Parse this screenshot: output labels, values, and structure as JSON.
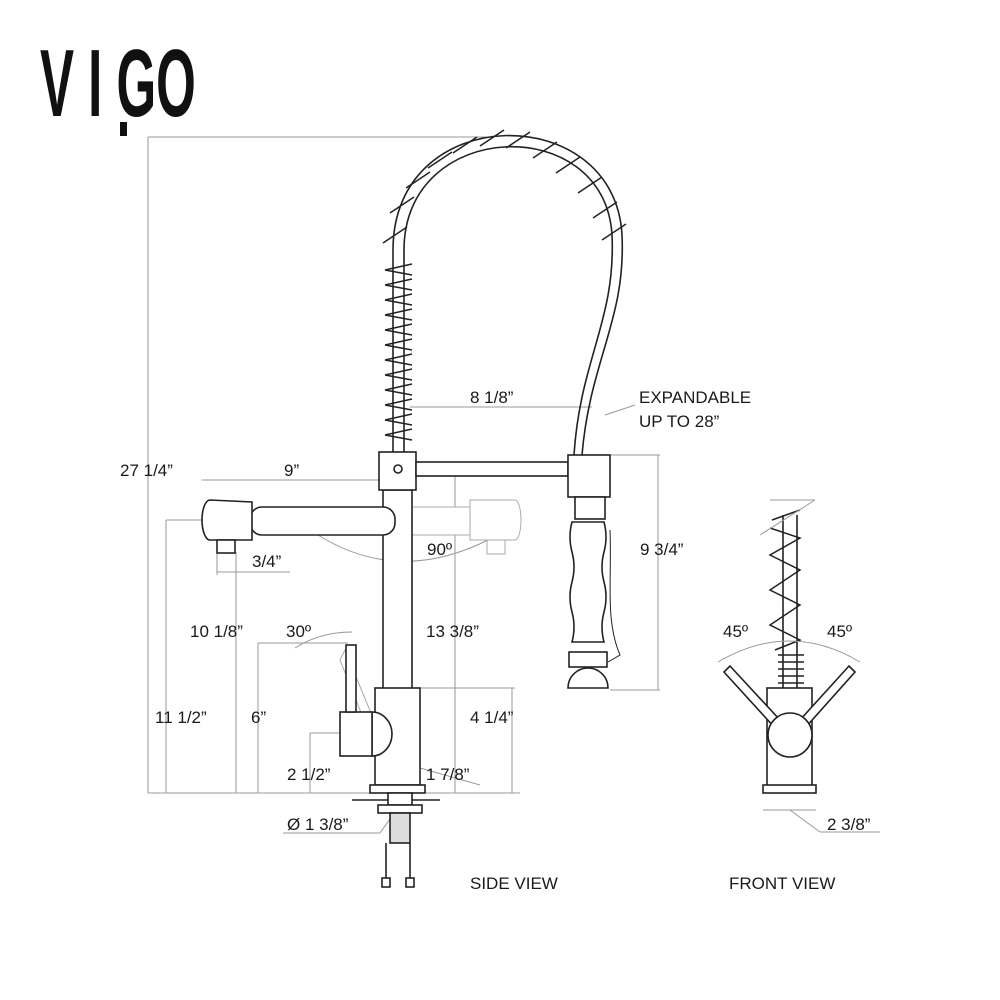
{
  "logo": {
    "text": "VIGO"
  },
  "side_view": {
    "title": "SIDE VIEW",
    "dimensions": {
      "total_height": "27 1/4”",
      "spout_reach": "9”",
      "spout_nozzle": "3/4”",
      "sprayer_reach": "8 1/8”",
      "expandable": [
        "EXPANDABLE",
        "UP TO 28”"
      ],
      "sprayer_height": "9 3/4”",
      "spout_rotation": "90º",
      "spout_clearance": "10 1/8”",
      "handle_angle": "30º",
      "arm_height": "13 3/8”",
      "spout_height": "11 1/2”",
      "handle_height": "6”",
      "body_height": "4 1/4”",
      "handle_base": "2 1/2”",
      "base_diameter": "1 7/8”",
      "hole_diameter": "Ø 1 3/8”"
    }
  },
  "front_view": {
    "title": "FRONT VIEW",
    "dimensions": {
      "left_angle": "45º",
      "right_angle": "45º",
      "base_width": "2 3/8”"
    }
  }
}
